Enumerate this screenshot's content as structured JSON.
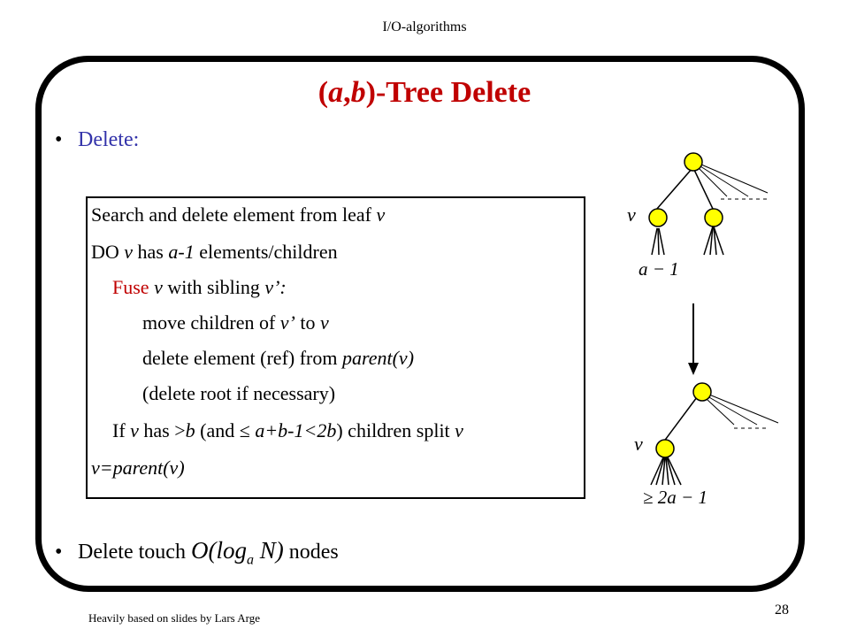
{
  "header": {
    "course": "I/O-algorithms"
  },
  "title": {
    "a": "a",
    "comma": ",",
    "b": "b",
    "rest": ")-Tree Delete",
    "open": "("
  },
  "bullets": {
    "delete_label": "Delete:",
    "touch_prefix": "Delete touch",
    "touch_suffix": "nodes",
    "complexity": {
      "O": "O(log",
      "sub": "a",
      "N": "N)"
    }
  },
  "algorithm": {
    "l1": {
      "text": "Search and delete element from leaf ",
      "v": "v"
    },
    "l2": {
      "do": "DO ",
      "v": "v",
      "mid": " has ",
      "a1": "a-1",
      "end": " elements/children"
    },
    "l3": {
      "fuse": "Fuse ",
      "v": "v",
      "mid": " with sibling ",
      "vp": "v’:"
    },
    "l4": {
      "t1": "move children of ",
      "vp": "v’",
      "t2": " to ",
      "v": "v"
    },
    "l5": {
      "t1": "delete element (ref) from ",
      "p": "parent(v)"
    },
    "l6": {
      "t": "(delete root if necessary)"
    },
    "l7": {
      "if": "If ",
      "v": "v",
      "t1": " has >",
      "b": "b",
      "t2": " (and ≤ ",
      "expr": "a+b-1<2b",
      "t3": ") children split ",
      "v2": "v"
    },
    "l8": {
      "t": "v=parent(v)"
    }
  },
  "diagram": {
    "top_v": "v",
    "top_count": "a − 1",
    "bottom_v": "v",
    "bottom_count": "≥ 2a − 1",
    "node_color": "#ffff00"
  },
  "footer": {
    "credit": "Heavily based on slides by Lars Arge",
    "page": "28"
  }
}
